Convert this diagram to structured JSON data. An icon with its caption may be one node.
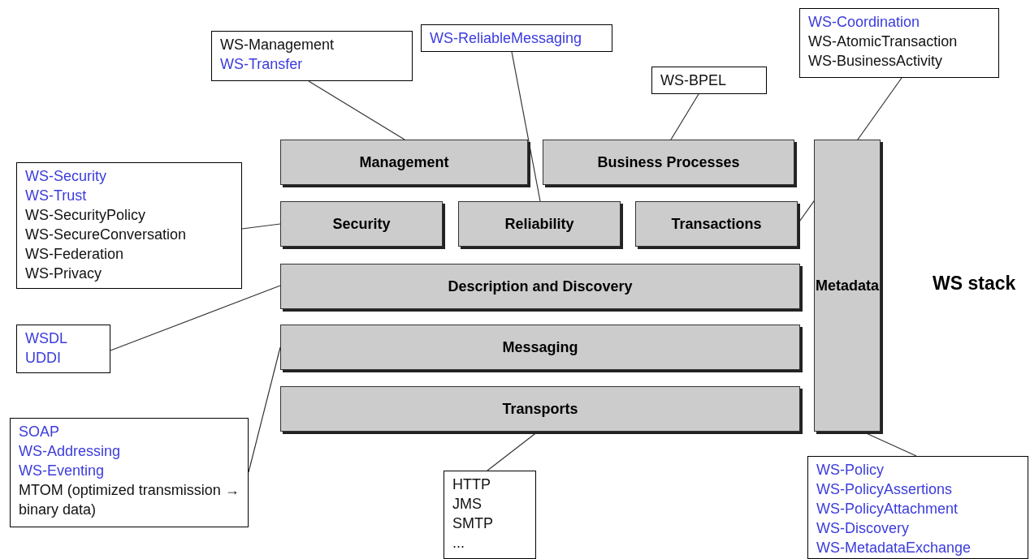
{
  "diagram": {
    "nodes": [
      {
        "text": [
          "WS-Management",
          "WS-Transfer"
        ]
      },
      {
        "text": [
          "WS-ReliableMessaging"
        ]
      },
      {
        "text": [
          "WS-BPEL"
        ]
      },
      {
        "text": [
          "WS-Coordination",
          "WS-AtomicTransaction",
          "WS-BusinessActivity"
        ]
      },
      {
        "text": [
          "Management"
        ]
      },
      {
        "text": [
          "Business Processes"
        ]
      },
      {
        "text": [
          "Metadata"
        ]
      },
      {
        "text": [
          "WS-Security",
          "WS-Trust",
          "WS-SecurityPolicy",
          "WS-SecureConversation",
          "WS-Federation",
          "WS-Privacy"
        ]
      },
      {
        "text": [
          "Security"
        ]
      },
      {
        "text": [
          "Reliability"
        ]
      },
      {
        "text": [
          "Transactions"
        ]
      },
      {
        "text": [
          "Description and Discovery"
        ]
      },
      {
        "text": [
          "WSDL",
          "UDDI"
        ]
      },
      {
        "text": [
          "Messaging"
        ]
      },
      {
        "text": [
          "SOAP",
          "WS-Addressing",
          "WS-Eventing",
          "MTOM (optimized transmission → binary data)"
        ]
      },
      {
        "text": [
          "Transports"
        ]
      },
      {
        "text": [
          "HTTP",
          "JMS",
          "SMTP",
          "..."
        ]
      },
      {
        "text": [
          "WS-Policy",
          "WS-PolicyAssertions",
          "WS-PolicyAttachment",
          "WS-Discovery",
          "WS-MetadataExchange"
        ]
      }
    ],
    "edges": [
      {
        "from": 0,
        "to": 4,
        "arrow": "none"
      },
      {
        "from": 1,
        "to": 9,
        "arrow": "none"
      },
      {
        "from": 2,
        "to": 5,
        "arrow": "none"
      },
      {
        "from": 3,
        "to": 10,
        "arrow": "none"
      },
      {
        "from": 7,
        "to": 8,
        "arrow": "none"
      },
      {
        "from": 12,
        "to": 11,
        "arrow": "none"
      },
      {
        "from": 14,
        "to": 13,
        "arrow": "none"
      },
      {
        "from": 16,
        "to": 15,
        "arrow": "none"
      },
      {
        "from": 17,
        "to": 6,
        "arrow": "none"
      }
    ],
    "labels": [
      "WS stack"
    ]
  }
}
